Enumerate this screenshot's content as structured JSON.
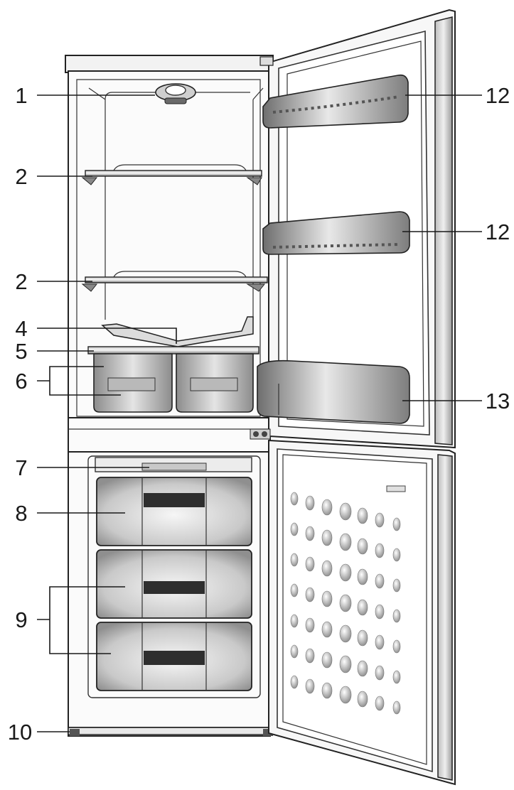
{
  "callouts": {
    "c1": "1",
    "c2a": "2",
    "c2b": "2",
    "c4": "4",
    "c5": "5",
    "c6": "6",
    "c7": "7",
    "c8": "8",
    "c9": "9",
    "c10": "10",
    "c12a": "12",
    "c12b": "12",
    "c13": "13"
  },
  "colors": {
    "outline": "#222222",
    "gray_light": "#e6e6e6",
    "gray_mid": "#9a9a9a",
    "gray_dark": "#4a4a4a",
    "handle": "#2e2e2e"
  }
}
